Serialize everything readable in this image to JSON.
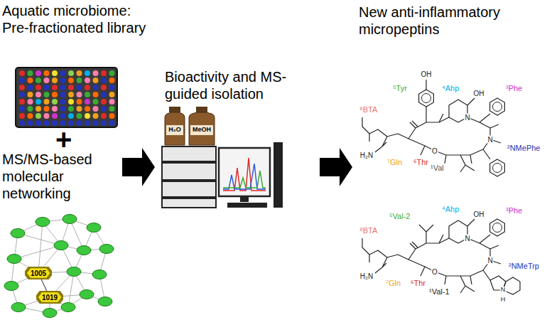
{
  "diagram": {
    "nodes": [
      {
        "text": [
          "1005"
        ]
      },
      {
        "text": [
          "1019"
        ]
      }
    ],
    "edges": [
      {
        "from": 0,
        "to": 1,
        "arrow": "none"
      }
    ],
    "labels": [
      "Aquatic microbiome: Pre-fractionated library",
      "+",
      "MS/MS-based molecular networking",
      "Bioactivity and MS-guided isolation",
      "New anti-inflammatory micropeptins",
      "H₂O",
      "MeOH",
      "OH",
      "⁵Tyr",
      "⁴Ahp",
      "OH",
      "³Phe",
      "N",
      "²NMePhe",
      "N",
      "O",
      "¹Val",
      "⁶Thr",
      "⁷Gln",
      "H₂N",
      "⁸BTA",
      "⁵Val-2",
      "⁴Ahp",
      "OH",
      "³Phe",
      "N",
      "²NMeTrp",
      "N",
      "O",
      "¹Val-1",
      "⁶Thr",
      "⁷Gln",
      "H₂N",
      "⁸BTA",
      "N",
      "H"
    ]
  }
}
